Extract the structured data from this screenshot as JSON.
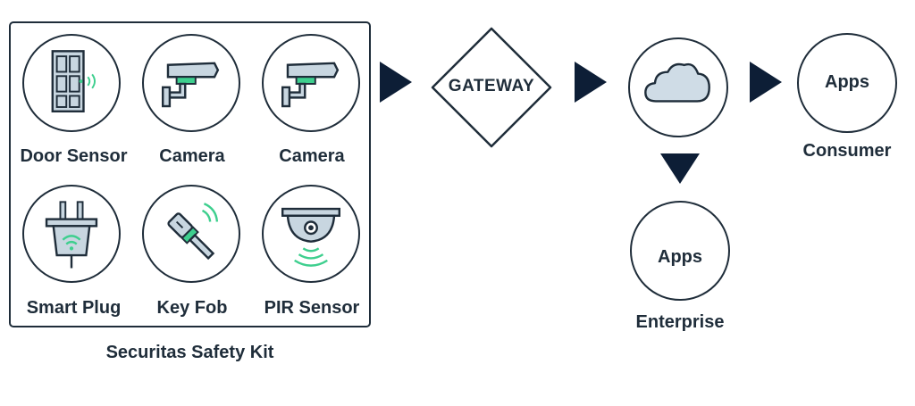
{
  "kit": {
    "title": "Securitas Safety Kit",
    "devices": [
      {
        "label": "Door Sensor",
        "icon": "door-sensor-icon"
      },
      {
        "label": "Camera",
        "icon": "camera-icon"
      },
      {
        "label": "Camera",
        "icon": "camera-icon"
      },
      {
        "label": "Smart Plug",
        "icon": "smart-plug-icon"
      },
      {
        "label": "Key Fob",
        "icon": "key-fob-icon"
      },
      {
        "label": "PIR Sensor",
        "icon": "pir-sensor-icon"
      }
    ]
  },
  "gateway": {
    "label": "GATEWAY"
  },
  "cloud": {
    "icon": "cloud-icon"
  },
  "consumer": {
    "circle_label": "Apps",
    "caption": "Consumer"
  },
  "enterprise": {
    "circle_label": "Apps",
    "caption": "Enterprise"
  },
  "colors": {
    "outline": "#1f2d3a",
    "arrow": "#0d1e36",
    "accent_green": "#3ecf8e",
    "device_fill": "#c8d6e0",
    "cloud_fill": "#cfdce6"
  }
}
